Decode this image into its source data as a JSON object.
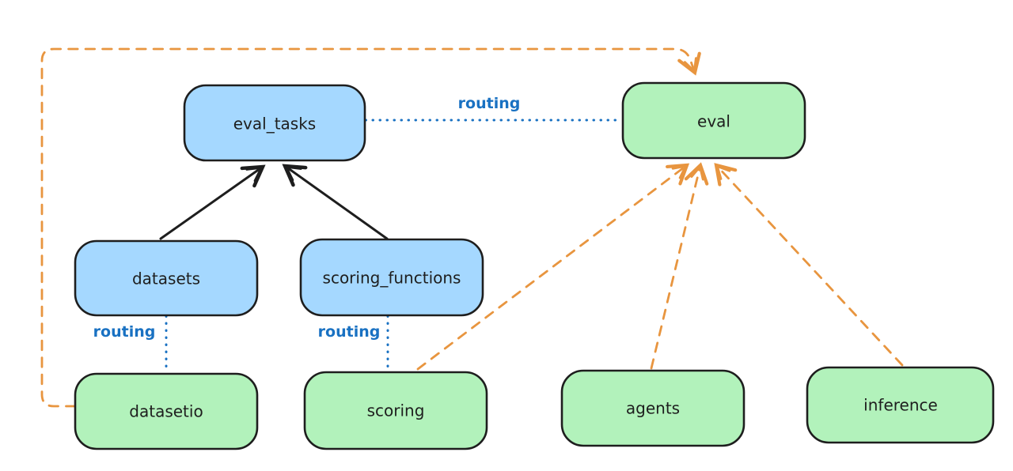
{
  "diagram": {
    "type": "architecture-flow-diagram",
    "background": "#ffffff",
    "colors": {
      "registry_node_fill": "#a5d8ff",
      "api_node_fill": "#b2f2bb",
      "node_stroke": "#1e1e1e",
      "node_text": "#1e1e1e",
      "solid_arrow": "#1e1e1e",
      "routing_line_and_label": "#1971c2",
      "dashed_arrow": "#e8953f"
    },
    "nodes": [
      {
        "id": "eval_tasks",
        "label": "eval_tasks",
        "kind": "registry",
        "fill": "#a5d8ff"
      },
      {
        "id": "eval",
        "label": "eval",
        "kind": "api",
        "fill": "#b2f2bb"
      },
      {
        "id": "datasets",
        "label": "datasets",
        "kind": "registry",
        "fill": "#a5d8ff"
      },
      {
        "id": "scoring_functions",
        "label": "scoring_functions",
        "kind": "registry",
        "fill": "#a5d8ff"
      },
      {
        "id": "datasetio",
        "label": "datasetio",
        "kind": "api",
        "fill": "#b2f2bb"
      },
      {
        "id": "scoring",
        "label": "scoring",
        "kind": "api",
        "fill": "#b2f2bb"
      },
      {
        "id": "agents",
        "label": "agents",
        "kind": "api",
        "fill": "#b2f2bb"
      },
      {
        "id": "inference",
        "label": "inference",
        "kind": "api",
        "fill": "#b2f2bb"
      }
    ],
    "edges": [
      {
        "from": "datasets",
        "to": "eval_tasks",
        "style": "solid-black-arrow",
        "label": ""
      },
      {
        "from": "scoring_functions",
        "to": "eval_tasks",
        "style": "solid-black-arrow",
        "label": ""
      },
      {
        "from": "eval_tasks",
        "to": "eval",
        "style": "dotted-blue",
        "label": "routing"
      },
      {
        "from": "datasets",
        "to": "datasetio",
        "style": "dotted-blue",
        "label": "routing"
      },
      {
        "from": "scoring_functions",
        "to": "scoring",
        "style": "dotted-blue",
        "label": "routing"
      },
      {
        "from": "datasetio",
        "to": "eval",
        "style": "dashed-orange-arrow",
        "route": "around-left-and-top",
        "label": ""
      },
      {
        "from": "scoring",
        "to": "eval",
        "style": "dashed-orange-arrow",
        "label": ""
      },
      {
        "from": "agents",
        "to": "eval",
        "style": "dashed-orange-arrow",
        "label": ""
      },
      {
        "from": "inference",
        "to": "eval",
        "style": "dashed-orange-arrow",
        "label": ""
      }
    ]
  }
}
